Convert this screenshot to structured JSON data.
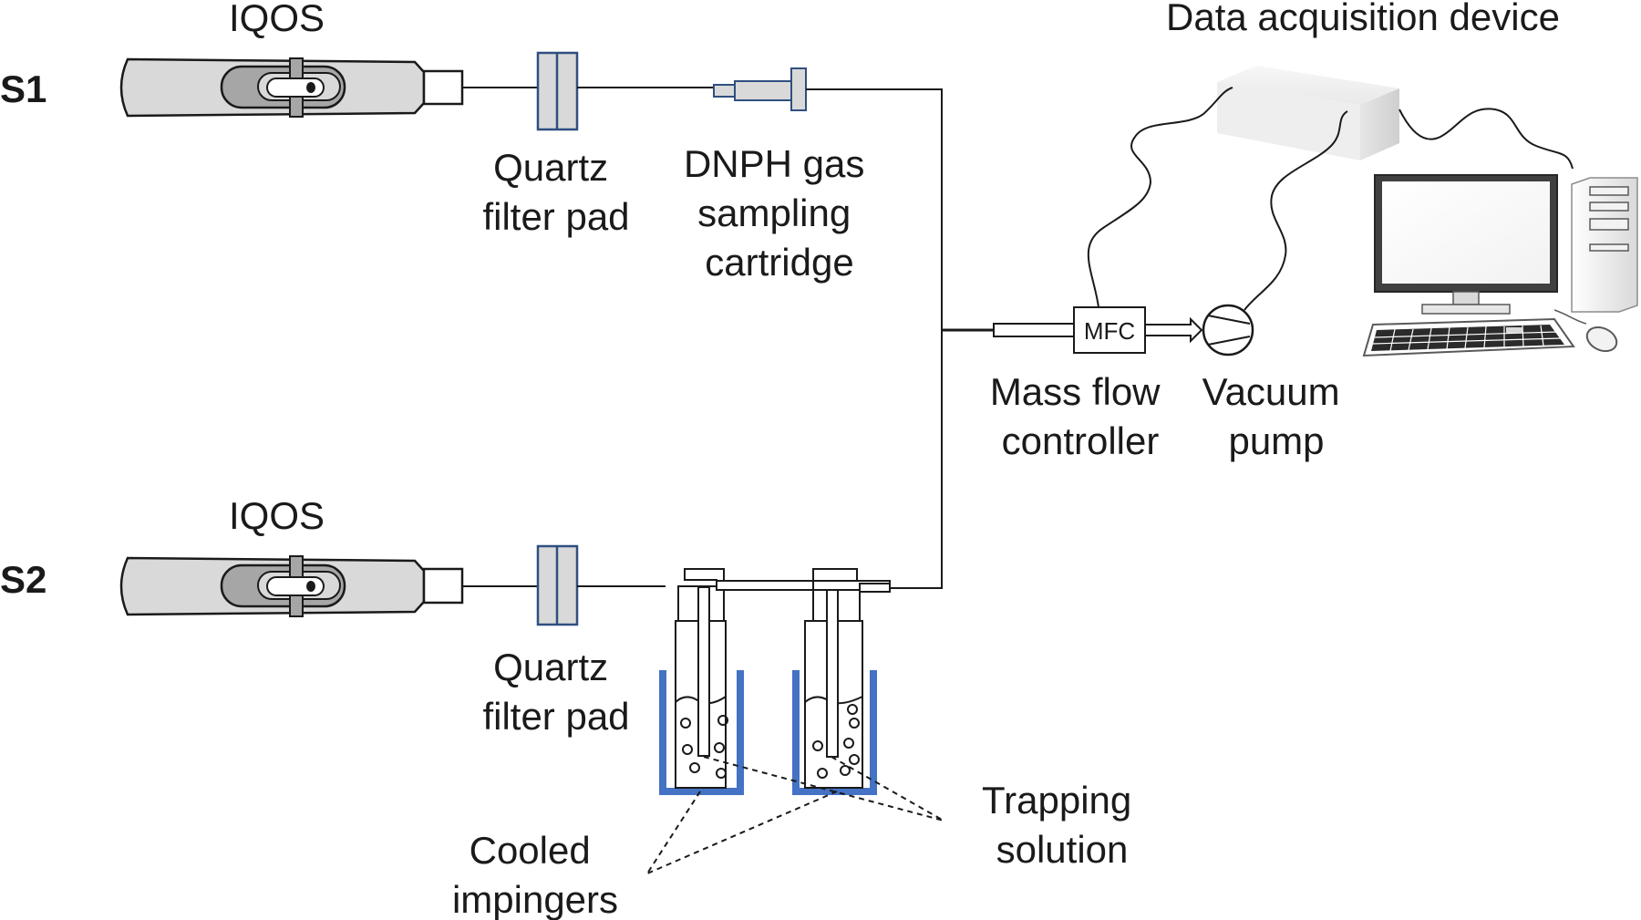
{
  "labels": {
    "s1": "S1",
    "s2": "S2",
    "iqos_top": "IQOS",
    "iqos_bottom": "IQOS",
    "quartz_top": [
      "Quartz",
      "filter pad"
    ],
    "quartz_bottom": [
      "Quartz",
      "filter pad"
    ],
    "dnph": [
      "DNPH gas",
      "sampling",
      "cartridge"
    ],
    "mfc_box": "MFC",
    "mass_flow": [
      "Mass flow",
      "controller"
    ],
    "vacuum": [
      "Vacuum",
      "pump"
    ],
    "daq": "Data acquisition device",
    "trapping": [
      "Trapping",
      "solution"
    ],
    "cooled": [
      "Cooled",
      "impingers"
    ]
  },
  "colors": {
    "line": "#1a1a1a",
    "device_fill": "#d9d9d9",
    "device_dark": "#a6a6a6",
    "filter_fill": "#d9d9d9",
    "filter_edge": "#2f4f80",
    "impinger_blue": "#4472c4",
    "solution_blue": "#dce6f2",
    "monitor_dark": "#404040"
  },
  "icons": [
    "iqos-device-icon",
    "quartz-filter-icon",
    "dnph-cartridge-icon",
    "mfc-box-icon",
    "vacuum-pump-icon",
    "impinger-icon",
    "data-acquisition-box-icon",
    "computer-icon",
    "keyboard-icon",
    "mouse-icon"
  ]
}
